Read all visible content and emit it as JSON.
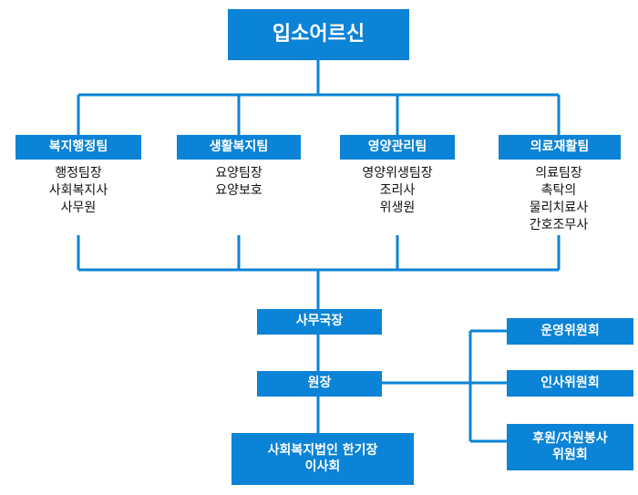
{
  "colors": {
    "box": "#0b83d6",
    "line": "#0b83d6",
    "text_on_box": "#ffffff",
    "member_text": "#111111"
  },
  "top": {
    "title": "입소어르신"
  },
  "teams": [
    {
      "name": "복지행정팀",
      "members": [
        "행정팀장",
        "사회복지사",
        "사무원"
      ]
    },
    {
      "name": "생활복지팀",
      "members": [
        "요양팀장",
        "요양보호"
      ]
    },
    {
      "name": "영양관리팀",
      "members": [
        "영양위생팀장",
        "조리사",
        "위생원"
      ]
    },
    {
      "name": "의료재활팀",
      "members": [
        "의료팀장",
        "촉탁의",
        "물리치료사",
        "간호조무사"
      ]
    }
  ],
  "center": {
    "secretary_general": "사무국장",
    "director": "원장",
    "board": [
      "사회복지법인 한기장",
      "이사회"
    ]
  },
  "committees": [
    {
      "lines": [
        "운영위원회"
      ]
    },
    {
      "lines": [
        "인사위원회"
      ]
    },
    {
      "lines": [
        "후원/자원봉사",
        "위원회"
      ]
    }
  ]
}
